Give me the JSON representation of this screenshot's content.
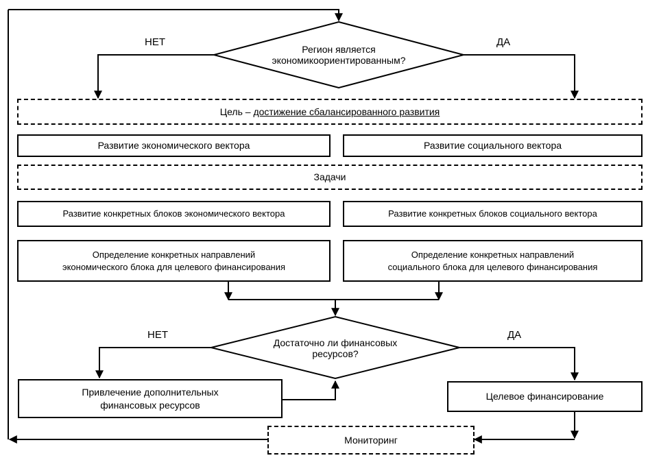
{
  "diagram": {
    "title_present": false,
    "language": "ru",
    "colors": {
      "stroke": "#000000",
      "background": "#ffffff",
      "text": "#000000"
    },
    "decisions": [
      {
        "id": "decision-region",
        "line1": "Регион является",
        "line2": "экономикоориентированным?",
        "no_label": "НЕТ",
        "yes_label": "ДА"
      },
      {
        "id": "decision-resources",
        "line1": "Достаточно ли финансовых",
        "line2": "ресурсов?",
        "no_label": "НЕТ",
        "yes_label": "ДА"
      }
    ],
    "goal_box": {
      "prefix": "Цель – ",
      "underlined": "достижение сбалансированного развития"
    },
    "tasks_box": {
      "label": "Задачи"
    },
    "vectors": {
      "economic": "Развитие экономического вектора",
      "social": "Развитие социального вектора"
    },
    "blocks": {
      "economic": "Развитие конкретных блоков экономического вектора",
      "social": "Развитие конкретных блоков социального вектора"
    },
    "directions": {
      "economic_line1": "Определение конкретных направлений",
      "economic_line2": "экономического блока для целевого финансирования",
      "social_line1": "Определение конкретных направлений",
      "social_line2": "социального блока для целевого финансирования"
    },
    "outcomes": {
      "additional_resources_line1": "Привлечение дополнительных",
      "additional_resources_line2": "финансовых ресурсов",
      "target_financing": "Целевое финансирование"
    },
    "monitoring": {
      "label": "Мониторинг"
    }
  }
}
